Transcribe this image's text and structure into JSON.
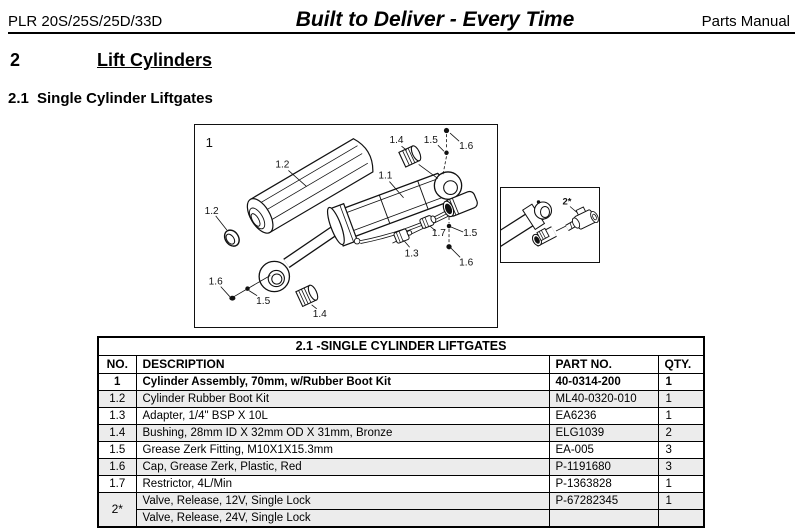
{
  "header": {
    "left": "PLR 20S/25S/25D/33D",
    "center": "Built to Deliver - Every Time",
    "right": "Parts Manual"
  },
  "section": {
    "number": "2",
    "title": "Lift Cylinders"
  },
  "subsection": {
    "number": "2.1",
    "title": "Single Cylinder Liftgates"
  },
  "diagram": {
    "figure_label": "1",
    "callouts": {
      "boot": "1.2",
      "boot_cap": "1.2",
      "cylinder": "1.1",
      "bushing_top": "1.4",
      "zerk_top": "1.5",
      "cap_top": "1.6",
      "adapter": "1.3",
      "restrictor": "1.7",
      "zerk_right": "1.5",
      "cap_right": "1.6",
      "cap_bottom_left": "1.6",
      "zerk_bottom_left": "1.5",
      "bushing_bottom": "1.4"
    },
    "inset": {
      "valve_callout": "2*"
    }
  },
  "table": {
    "title": "2.1 -SINGLE CYLINDER LIFTGATES",
    "columns": {
      "no": "NO.",
      "description": "DESCRIPTION",
      "part_no": "PART NO.",
      "qty": "QTY."
    },
    "rows": [
      {
        "no": "1",
        "description": "Cylinder Assembly, 70mm, w/Rubber Boot Kit",
        "part_no": "40-0314-200",
        "qty": "1"
      },
      {
        "no": "1.2",
        "description": "Cylinder Rubber Boot Kit",
        "part_no": "ML40-0320-010",
        "qty": "1"
      },
      {
        "no": "1.3",
        "description": "Adapter, 1/4\" BSP X 10L",
        "part_no": "EA6236",
        "qty": "1"
      },
      {
        "no": "1.4",
        "description": "Bushing, 28mm ID X 32mm OD X 31mm, Bronze",
        "part_no": "ELG1039",
        "qty": "2"
      },
      {
        "no": "1.5",
        "description": "Grease Zerk Fitting, M10X1X15.3mm",
        "part_no": "EA-005",
        "qty": "3"
      },
      {
        "no": "1.6",
        "description": "Cap, Grease Zerk, Plastic, Red",
        "part_no": "P-1191680",
        "qty": "3"
      },
      {
        "no": "1.7",
        "description": "Restrictor, 4L/Min",
        "part_no": "P-1363828",
        "qty": "1"
      },
      {
        "no": "2*",
        "description": "Valve, Release, 12V, Single Lock",
        "part_no": "P-67282345",
        "qty": "1"
      },
      {
        "no": "",
        "description": "Valve, Release, 24V, Single Lock",
        "part_no": "",
        "qty": ""
      }
    ]
  },
  "colors": {
    "ink": "#000000",
    "row_alt": "#ececec"
  }
}
